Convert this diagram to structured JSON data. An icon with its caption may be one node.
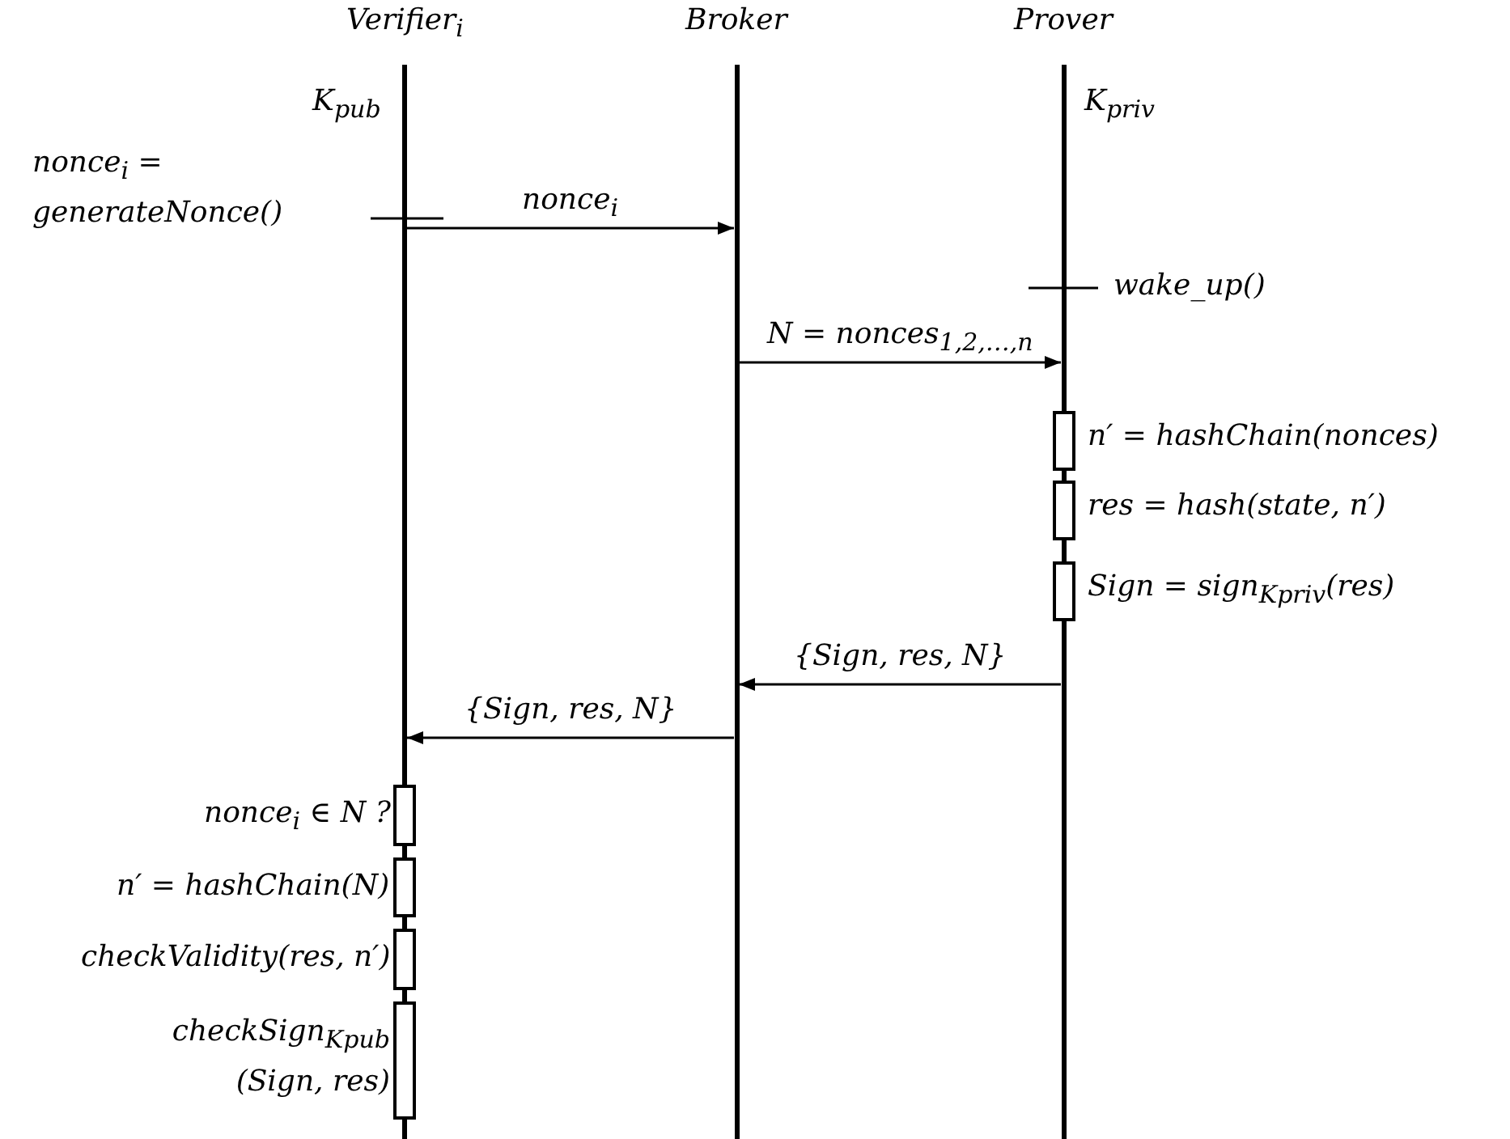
{
  "diagram": {
    "nodes": [
      {
        "text": [
          "Verifier$_{i}$"
        ]
      },
      {
        "text": [
          "Broker"
        ]
      },
      {
        "text": [
          "Prover"
        ]
      }
    ],
    "edges": [
      {
        "from": 0,
        "to": 1,
        "arrow": "to",
        "label": "nonce$_{i}$"
      },
      {
        "from": 1,
        "to": 2,
        "arrow": "to",
        "label": "N = nonces$_{1,2,…,n}$"
      },
      {
        "from": 2,
        "to": 1,
        "arrow": "to",
        "label": "{Sign, res, N}"
      },
      {
        "from": 1,
        "to": 0,
        "arrow": "to",
        "label": "{Sign, res, N}"
      }
    ],
    "labels": [
      "K$_{pub}$",
      "K$_{priv}$",
      "nonce$_{i}$ = generateNonce()",
      "wake_up()",
      "n′ = hashChain(nonces)",
      "res = hash(state, n′)",
      "Sign = sign$_{K}$$_{priv}$(res)",
      "nonce$_{i}$ ∈ N ?",
      "n′ = hashChain(N)",
      "checkValidity(res, n′)",
      "checkSign$_{K}$$_{pub}$ (Sign, res)"
    ]
  }
}
